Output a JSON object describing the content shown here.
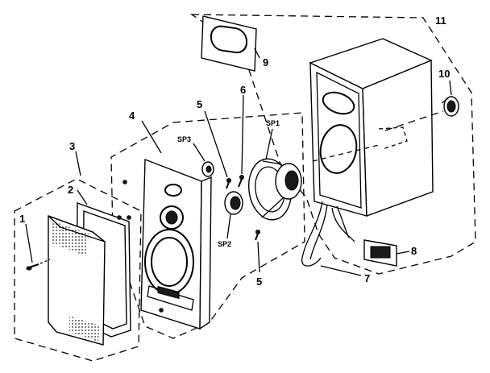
{
  "labels": {
    "p1": "1",
    "p2": "2",
    "p3": "3",
    "p4": "4",
    "p5a": "5",
    "p5b": "5",
    "p6": "6",
    "p7": "7",
    "p8": "8",
    "p9": "9",
    "p10": "10",
    "p11": "11",
    "sp1": "SP1",
    "sp2": "SP2",
    "sp3": "SP3"
  }
}
